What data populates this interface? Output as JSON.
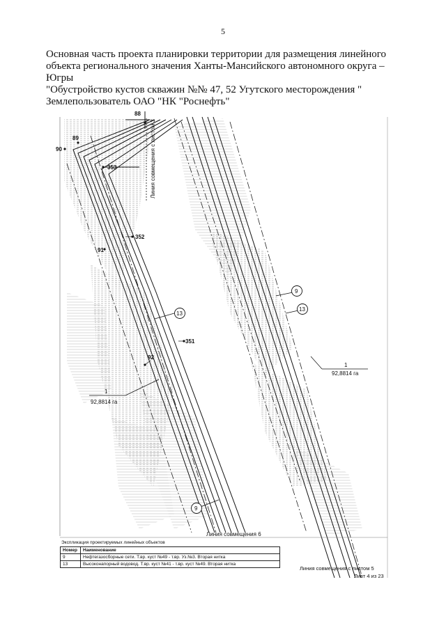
{
  "page_number": "5",
  "header": {
    "line1": "Основная часть проекта планировки территории для размещения линейного",
    "line2": "объекта регионального значения Ханты-Мансийского автономного округа –",
    "line3": "Югры",
    "line4": "\"Обустройство кустов скважин №№ 47, 52 Угутского месторождения \"",
    "line5": "Землепользователь ОАО \"НК \"Роснефть\""
  },
  "map": {
    "points": {
      "p88": "88",
      "p89": "89",
      "p90": "90",
      "p91": "91",
      "p92": "92",
      "p351": "351",
      "p352": "352",
      "p353": "353"
    },
    "vertical_label": "Линия совмещения с листом 3",
    "bottom_label": "Линия совмещения 6",
    "object_tags": {
      "tag13_left": "13",
      "tag9_left": "9",
      "tag9_right": "9",
      "tag13_right": "13"
    },
    "parcel_left": {
      "number": "1",
      "area": "92,8814 га"
    },
    "parcel_right": {
      "number": "1",
      "area": "92,8814 га"
    }
  },
  "legend": {
    "title": "Экспликация проектируемых линейных объектов",
    "col_number": "Номер",
    "col_name": "Наименование",
    "rows": [
      {
        "number": "9",
        "name": "Нефтегазосборные сети. Т.вр. куст №49 - т.вр. Уз.№3. Вторая нитка"
      },
      {
        "number": "13",
        "name": "Высоконапорный водовод. Т.вр. куст №41 - т.вр. куст №49. Вторая нитка"
      }
    ]
  },
  "footer": {
    "join_sheet": "Линия совмещения с листом 5",
    "sheet": "Лист 4 из 23"
  }
}
